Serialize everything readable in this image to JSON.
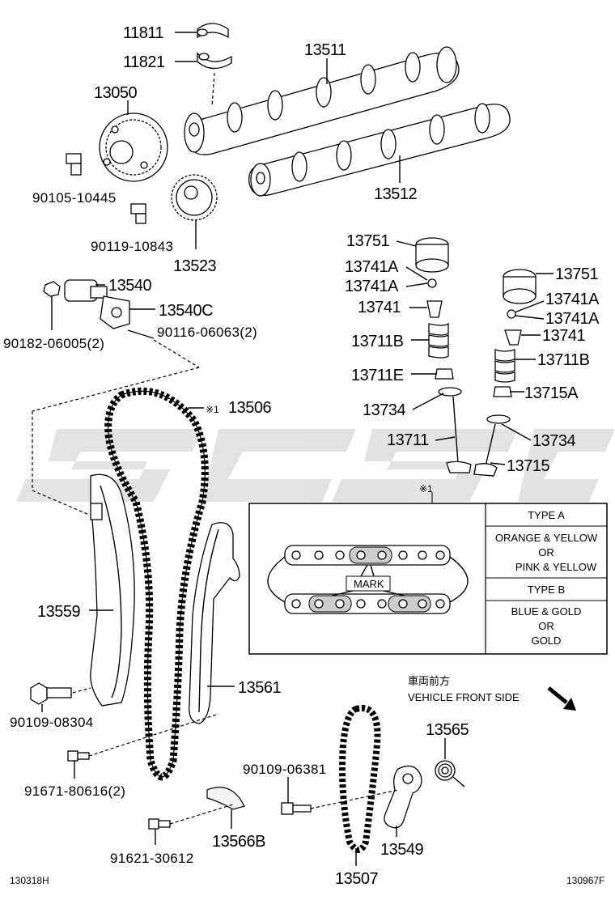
{
  "parts": {
    "p11811": "11811",
    "p11821": "11821",
    "p13511": "13511",
    "p13050": "13050",
    "p13512": "13512",
    "p90105": "90105-10445",
    "p90119": "90119-10843",
    "p13523": "13523",
    "p13540": "13540",
    "p13540c": "13540C",
    "p90182": "90182-06005(2)",
    "p90116": "90116-06063(2)",
    "p13751_a": "13751",
    "p13741a_a1": "13741A",
    "p13741a_a2": "13741A",
    "p13741_a": "13741",
    "p13711b_a": "13711B",
    "p13711e": "13711E",
    "p13734_a": "13734",
    "p13711": "13711",
    "p13751_b": "13751",
    "p13741a_b1": "13741A",
    "p13741a_b2": "13741A",
    "p13741_b": "13741",
    "p13711b_b": "13711B",
    "p13715a": "13715A",
    "p13734_b": "13734",
    "p13715": "13715",
    "p13506_mark": "※1",
    "p13506": "13506",
    "p13559": "13559",
    "p13561": "13561",
    "p90109a": "90109-08304",
    "p91671": "91671-80616(2)",
    "p13565": "13565",
    "p90109b": "90109-06381",
    "p13566b": "13566B",
    "p91621": "91621-30612",
    "p13549": "13549",
    "p13507": "13507"
  },
  "detail": {
    "ref_mark": "※1",
    "mark_label": "MARK",
    "type_a": "TYPE A",
    "type_a_l1": "ORANGE & YELLOW",
    "type_a_l2": "OR",
    "type_a_l3": "PINK & YELLOW",
    "type_b": "TYPE B",
    "type_b_l1": "BLUE & GOLD",
    "type_b_l2": "OR",
    "type_b_l3": "GOLD"
  },
  "direction": {
    "jp": "車両前方",
    "en": "VEHICLE FRONT SIDE"
  },
  "footer": {
    "left_code": "130318H",
    "right_code": "130967F"
  }
}
